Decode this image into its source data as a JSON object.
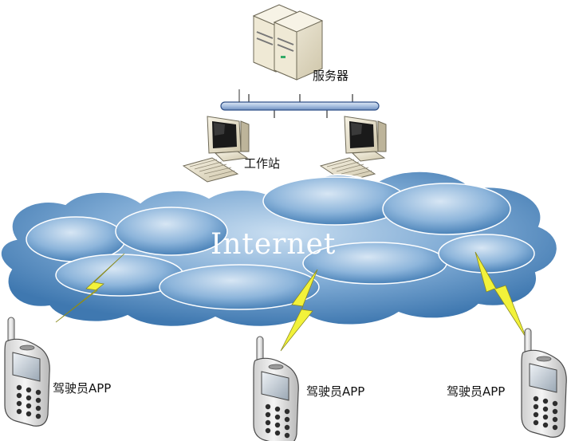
{
  "labels": {
    "server": "服务器",
    "workstation": "工作站",
    "internet": "Internet",
    "phone_left": "驾驶员APP",
    "phone_middle": "驾驶员APP",
    "phone_right": "驾驶员APP"
  },
  "icons": {
    "server": "server-icon",
    "workstation": "workstation-icon",
    "cloud": "cloud-icon",
    "phone": "mobile-phone-icon",
    "lightning": "lightning-icon"
  },
  "colors": {
    "cloud_light": "#b9d4ec",
    "cloud_dark": "#4a82b8",
    "network_bus": "#9fb8da",
    "lightning": "#f2f23a",
    "device_beige": "#e8e2cf"
  }
}
